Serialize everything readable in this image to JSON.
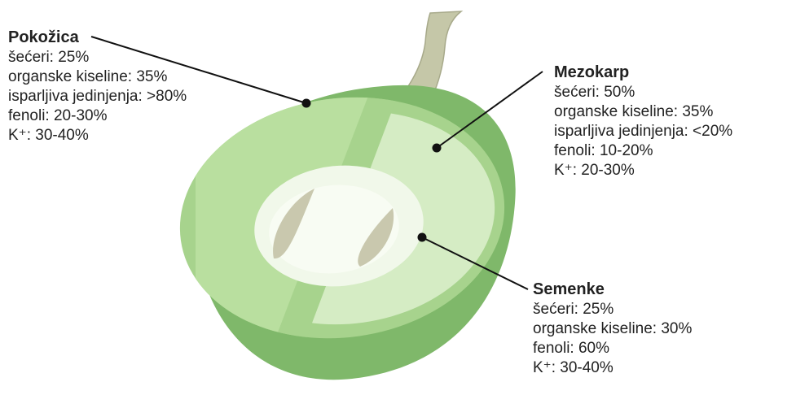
{
  "colors": {
    "skin": "#a7d38d",
    "skin_dark": "#7fb86a",
    "mesocarp": "#d5ecc4",
    "inner_flesh": "#f1f8ea",
    "seed": "#c9c8ae",
    "stem": "#c5c7a8",
    "pointer": "#111111"
  },
  "labels": {
    "pokozica": {
      "title": "Pokožica",
      "lines": [
        "šećeri: 25%",
        "organske kiseline: 35%",
        "isparljiva jedinjenja: >80%",
        "fenoli: 20-30%",
        "K⁺: 30-40%"
      ]
    },
    "mezokarp": {
      "title": "Mezokarp",
      "lines": [
        "šećeri: 50%",
        "organske kiseline: 35%",
        "isparljiva jedinjenja: <20%",
        "fenoli: 10-20%",
        "K⁺: 20-30%"
      ]
    },
    "semenke": {
      "title": "Semenke",
      "lines": [
        "šećeri: 25%",
        "organske kiseline: 30%",
        "fenoli: 60%",
        "K⁺: 30-40%"
      ]
    }
  }
}
